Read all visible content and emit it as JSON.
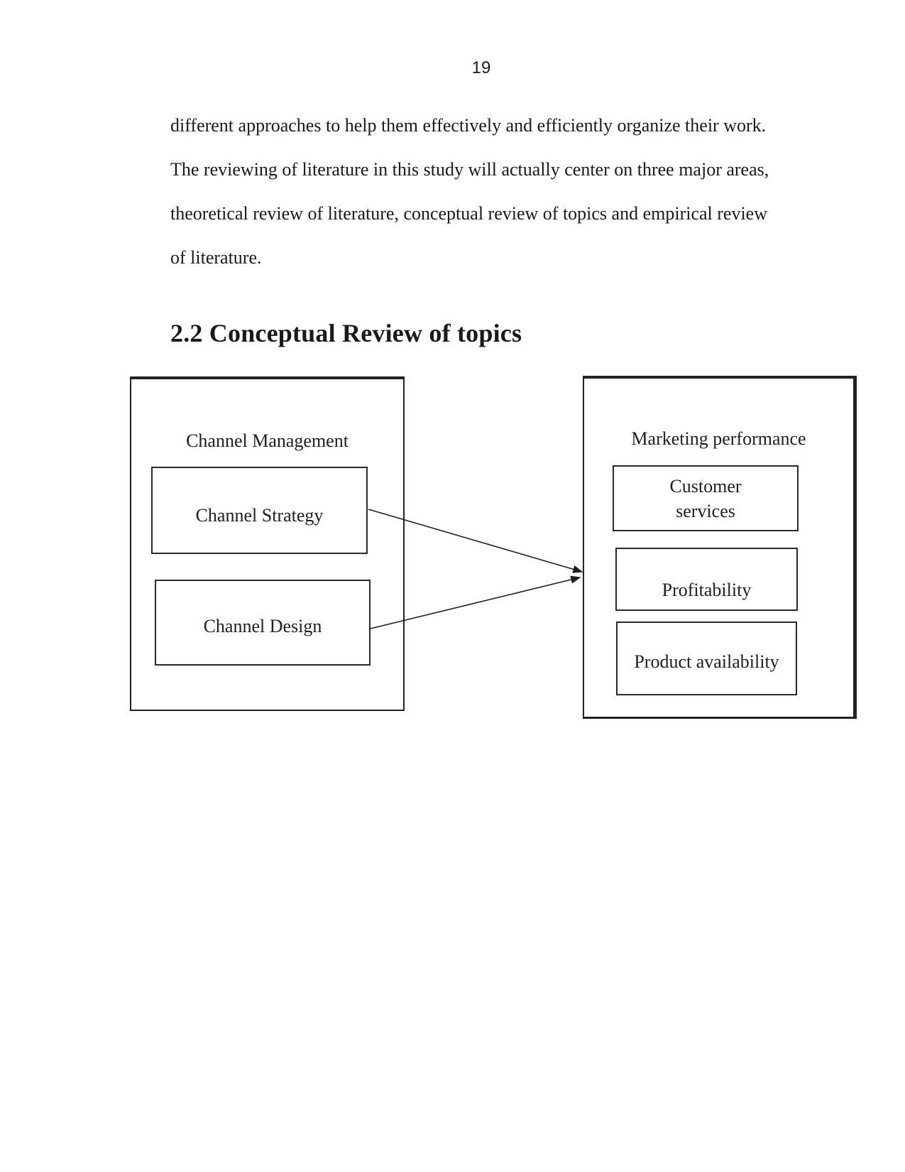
{
  "page": {
    "number": "19",
    "paragraph_lines": [
      "different approaches to help them effectively and efficiently organize their work.",
      "The reviewing of literature in this study will actually center on three major areas,",
      "theoretical review of literature, conceptual review of topics and empirical review",
      "of literature."
    ],
    "heading": "2.2 Conceptual Review of topics"
  },
  "diagram": {
    "left_group": {
      "title": "Channel Management",
      "boxes": [
        {
          "label": "Channel Strategy"
        },
        {
          "label": "Channel Design"
        }
      ]
    },
    "right_group": {
      "title": "Marketing performance",
      "boxes": [
        {
          "lines": [
            "Customer",
            "services"
          ]
        },
        {
          "lines": [
            "Profitability"
          ]
        },
        {
          "lines": [
            "Product availability"
          ]
        }
      ]
    },
    "colors": {
      "line": "#1f1f1f",
      "background": "#ffffff"
    }
  }
}
